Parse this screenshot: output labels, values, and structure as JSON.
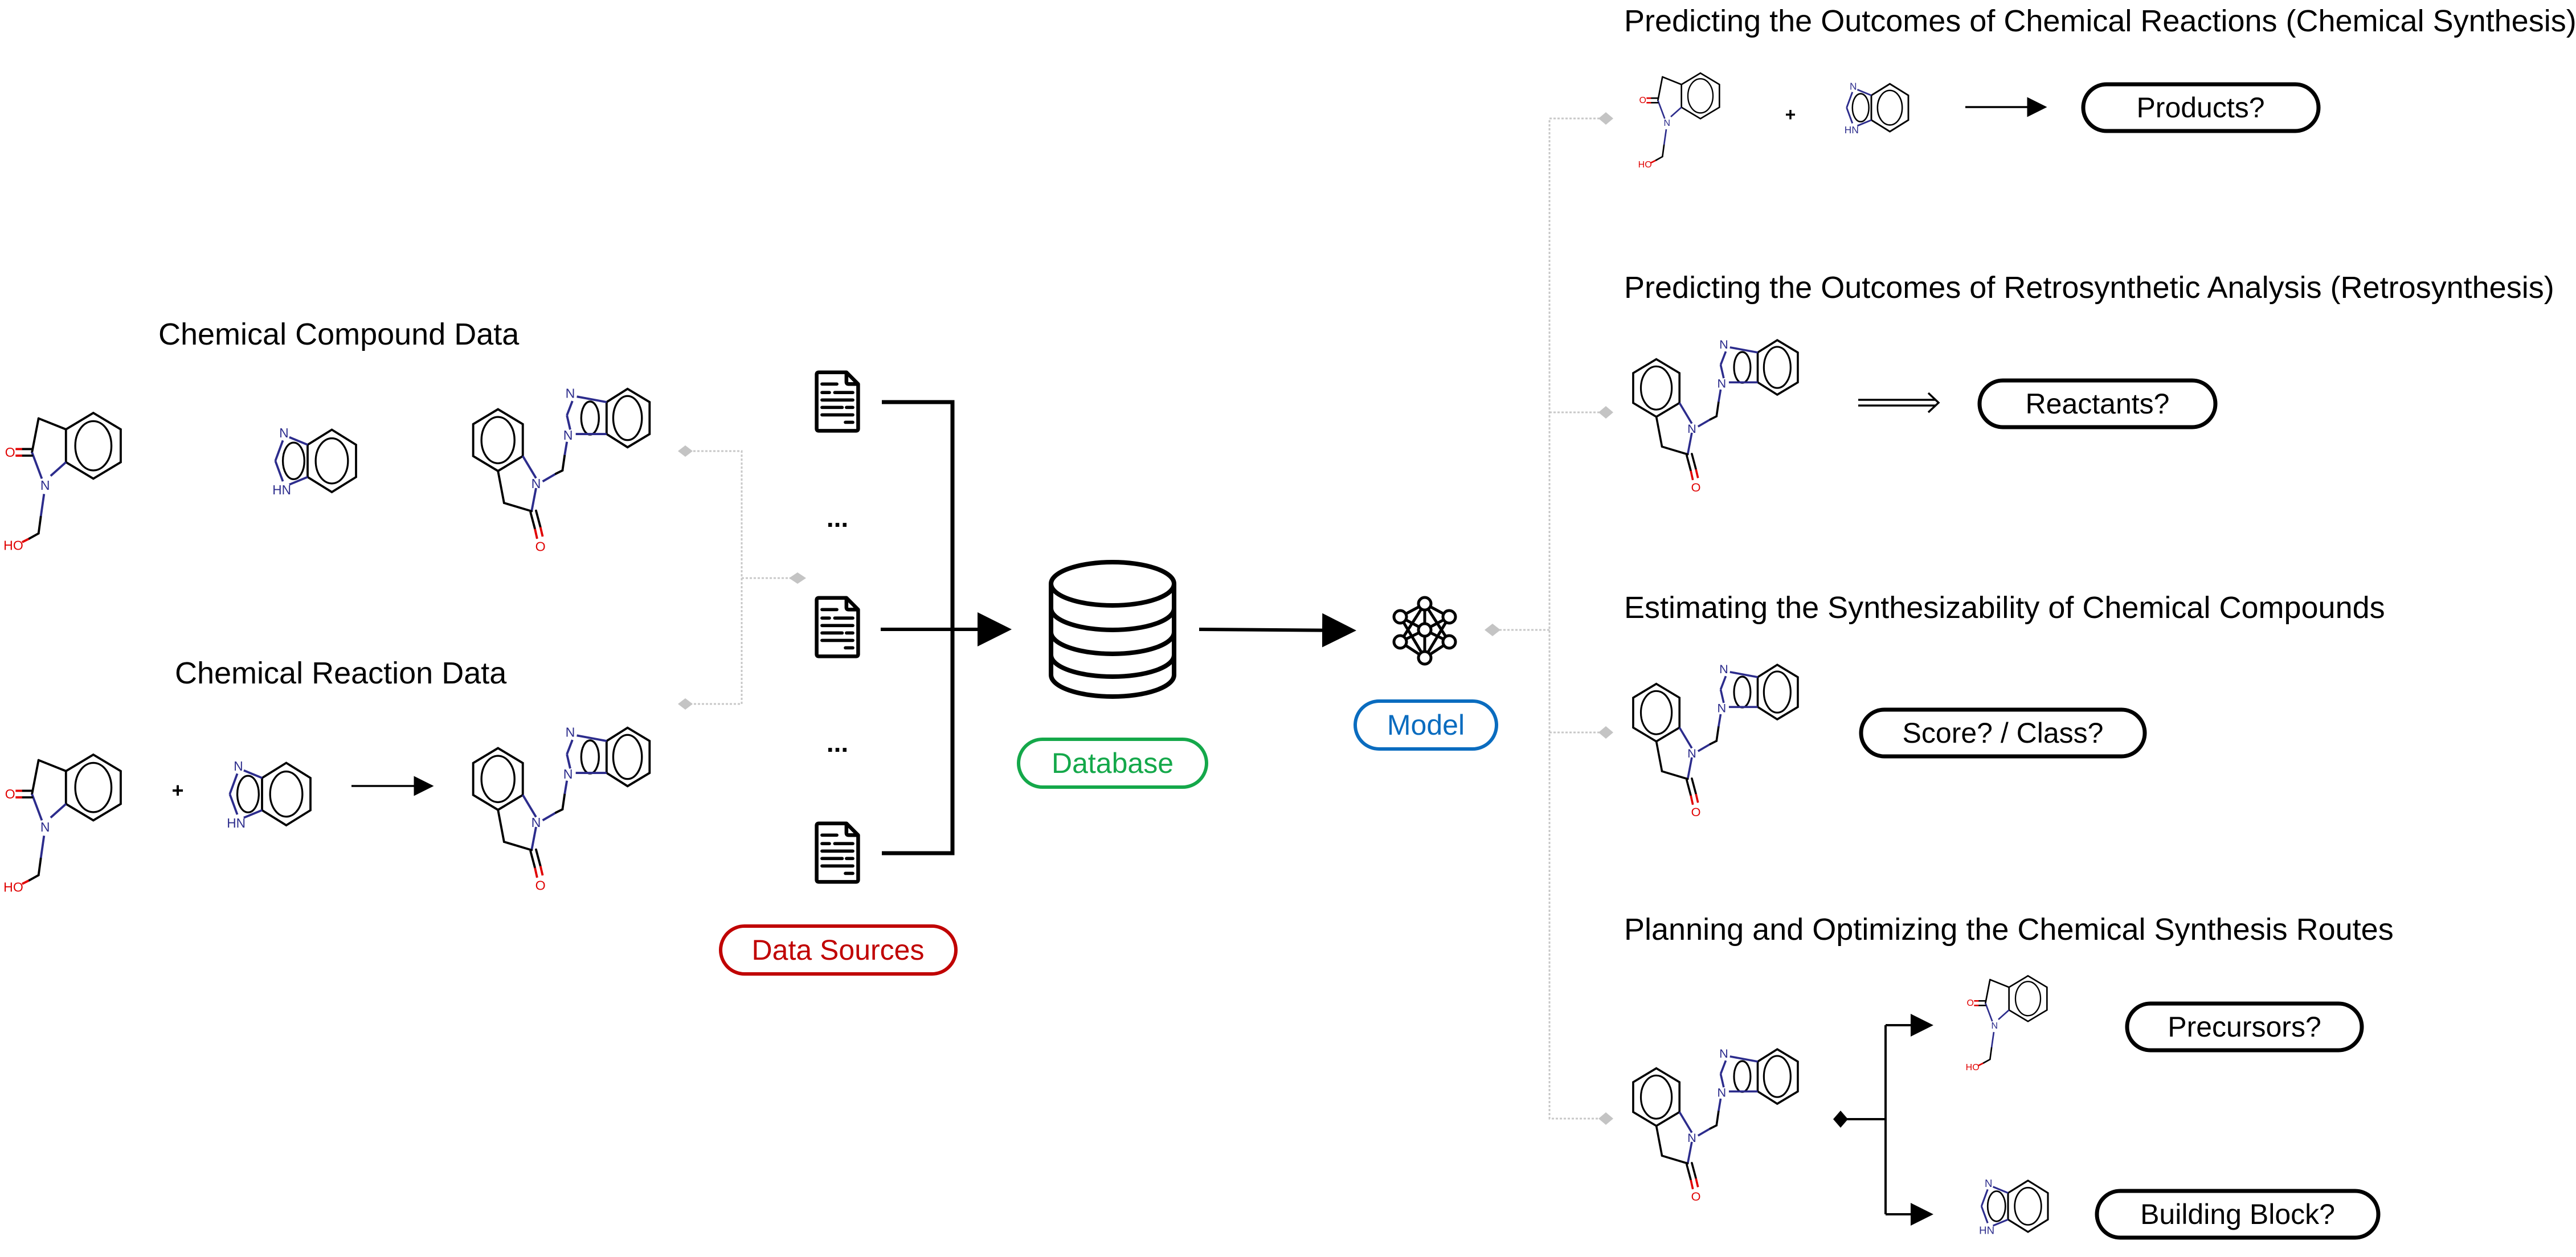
{
  "left": {
    "compound_title": "Chemical Compound Data",
    "reaction_title": "Chemical Reaction Data",
    "plus": "+",
    "molecules": {
      "hydroxymethyl_oxindole": {
        "atoms": [
          "O",
          "N",
          "HO"
        ]
      },
      "benzimidazole": {
        "atoms": [
          "N",
          "HN"
        ]
      },
      "product": {
        "atoms": [
          "N",
          "N",
          "N",
          "O"
        ]
      }
    }
  },
  "sources": {
    "ellipsis_1": "...",
    "ellipsis_2": "...",
    "label": "Data Sources",
    "color": "#c00000"
  },
  "database": {
    "label": "Database",
    "color": "#14a84a"
  },
  "model": {
    "label": "Model",
    "color": "#0a6cbf"
  },
  "tasks": [
    {
      "title": "Predicting the Outcomes of Chemical Reactions (Chemical Synthesis)",
      "plus": "+",
      "output": "Products?"
    },
    {
      "title": "Predicting the Outcomes of Retrosynthetic Analysis (Retrosynthesis)",
      "output": "Reactants?"
    },
    {
      "title": "Estimating the Synthesizability of Chemical Compounds",
      "output": "Score? / Class?"
    },
    {
      "title": "Planning and Optimizing the Chemical Synthesis Routes",
      "outputs": [
        "Precursors?",
        "Building Block?"
      ]
    }
  ],
  "atom_labels": {
    "O": "O",
    "N": "N",
    "HO": "HO",
    "HN": "HN"
  }
}
